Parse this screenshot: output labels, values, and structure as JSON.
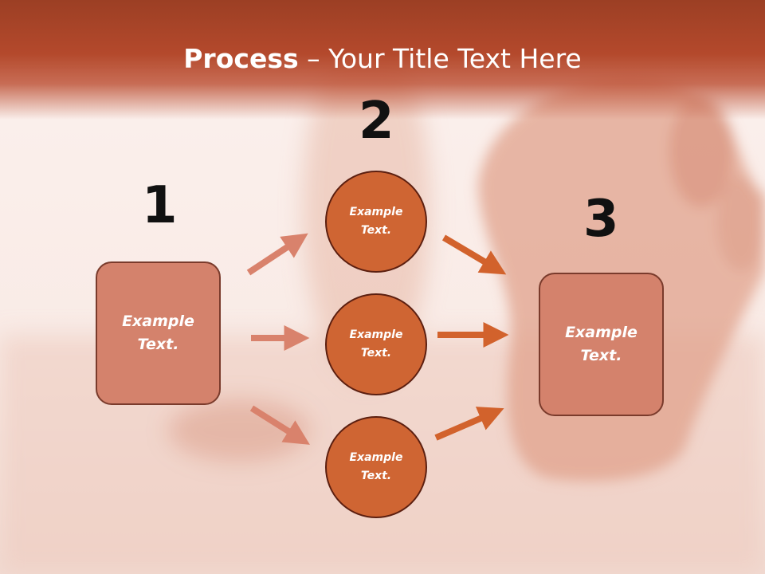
{
  "title": {
    "bold": "Process",
    "rest": " – Your Title Text Here"
  },
  "steps": [
    {
      "number": "1",
      "box": {
        "label": "Example\nText."
      }
    },
    {
      "number": "2",
      "circles": [
        {
          "label": "Example\nText."
        },
        {
          "label": "Example\nText."
        },
        {
          "label": "Example\nText."
        }
      ]
    },
    {
      "number": "3",
      "box": {
        "label": "Example\nText."
      }
    }
  ],
  "colors": {
    "title_band": "#b4492c",
    "box_fill": "#d4826c",
    "circle_fill": "#cf6533",
    "arrow_left": "#d9826c",
    "arrow_right": "#d2622c",
    "number_text": "#111111"
  }
}
